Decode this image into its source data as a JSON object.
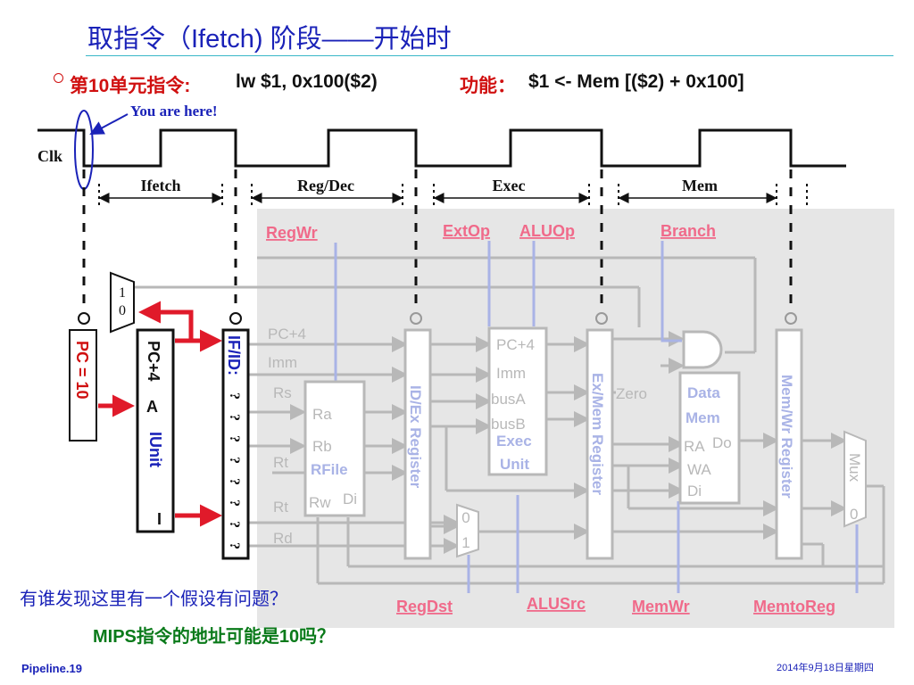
{
  "slide": {
    "title": "取指令（Ifetch) 阶段——开始时",
    "instruction_label": "第10单元指令:",
    "instruction": "lw  $1, 0x100($2)",
    "function_label": "功能：",
    "function_text": "$1 <-  Mem [($2) +  0x100]",
    "question1": "有谁发现这里有一个假设有问题？",
    "question2": "MIPS指令的地址可能是10吗？",
    "footer_left": "Pipeline.19",
    "footer_right": "2014年9月18日星期四"
  },
  "diagram": {
    "you_are_here": "You are here!",
    "clk": "Clk",
    "stages": [
      "Ifetch",
      "Reg/Dec",
      "Exec",
      "Mem"
    ],
    "control_signals": {
      "regwr": "RegWr",
      "extop": "ExtOp",
      "aluop": "ALUOp",
      "branch": "Branch",
      "regdst": "RegDst",
      "alusrc": "ALUSrc",
      "memwr": "MemWr",
      "memtoreg": "MemtoReg"
    },
    "pc_label": "PC = 10",
    "iunit": {
      "pc4": "PC+4",
      "a": "A",
      "name": "IUnit",
      "i": "I"
    },
    "ifid": {
      "name": "IF/ID:",
      "values": "? ? ? ? ? ? ? ?"
    },
    "mux_top": [
      "1",
      "0"
    ],
    "mux_mid": [
      "0",
      "1"
    ],
    "mux_right": "Mux",
    "mux_right_val": "0",
    "regfile": {
      "ra": "Ra",
      "rb": "Rb",
      "name": "RFile",
      "rw": "Rw",
      "di": "Di"
    },
    "datapath_labels": {
      "pc4": "PC+4",
      "imm": "Imm",
      "rs": "Rs",
      "rt1": "Rt",
      "rt2": "Rt",
      "rd": "Rd"
    },
    "idex": "ID/Ex Register",
    "exec_unit": {
      "pc4": "PC+4",
      "imm": "Imm",
      "busa": "busA",
      "busb": "busB",
      "name1": "Exec",
      "name2": "Unit"
    },
    "exmem": "Ex/Mem Register",
    "zero": "Zero",
    "datamem": {
      "name1": "Data",
      "name2": "Mem",
      "ra": "RA",
      "do": "Do",
      "wa": "WA",
      "di": "Di"
    },
    "memwb": "Mem/Wr Register"
  }
}
